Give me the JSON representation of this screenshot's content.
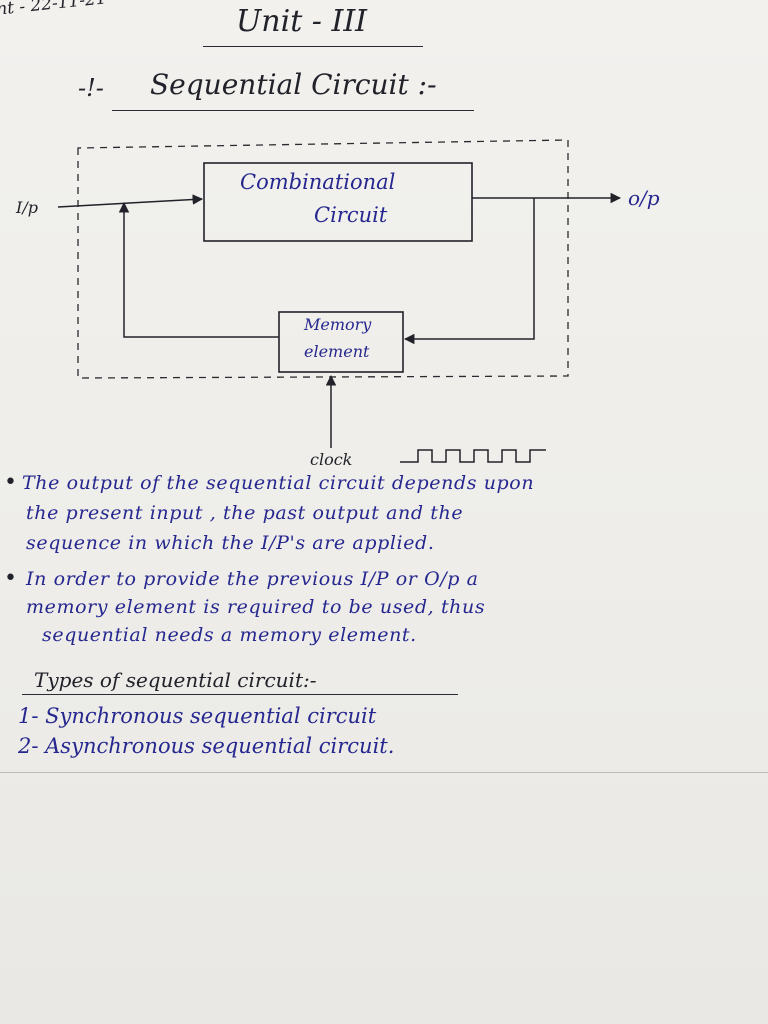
{
  "header": {
    "date": "nt - 22-11-21",
    "unit": "Unit - III",
    "title": "Sequential Circuit :-"
  },
  "diagram": {
    "input_label": "I/p",
    "output_label": "o/p",
    "comb_line1": "Combinational",
    "comb_line2": "Circuit",
    "mem_line1": "Memory",
    "mem_line2": "element",
    "clock_label": "clock"
  },
  "notes": {
    "bullet1": [
      "The output of the sequential circuit depends upon",
      "the present input , the past output and the",
      "sequence in which the I/P's are applied."
    ],
    "bullet2": [
      "In order to provide the previous I/P or O/p a",
      "memory element is required to be used, thus",
      "sequential needs a memory element."
    ],
    "types_heading": "Types of sequential circuit:-",
    "types": [
      "1- Synchronous sequential circuit",
      "2- Asynchronous sequential circuit."
    ]
  }
}
